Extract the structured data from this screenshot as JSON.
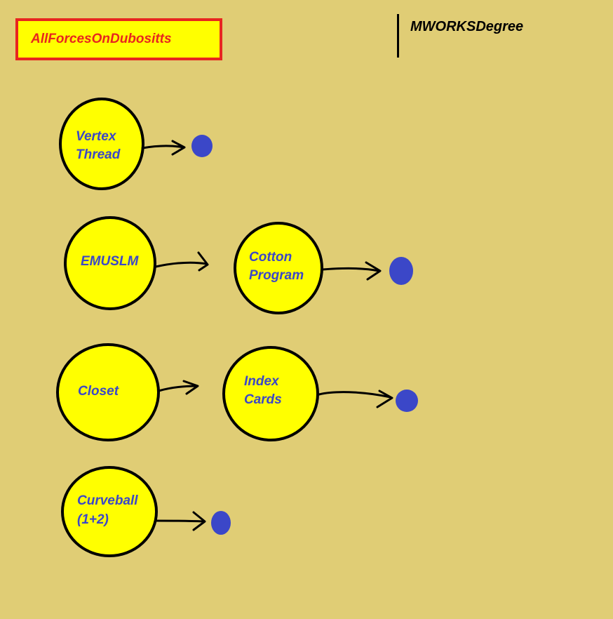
{
  "title": "AllForcesOnDubositts",
  "side_label": "MWORKSDegree",
  "colors": {
    "background": "#e0cd75",
    "node_fill": "#ffff00",
    "node_text": "#3b47c8",
    "endpoint": "#3b47c8",
    "title_border": "#e8251f"
  },
  "nodes": {
    "vertex": [
      "Vertex",
      "Thread"
    ],
    "emuslm": [
      "EMUSLM"
    ],
    "cotton": [
      "Cotton",
      "Program"
    ],
    "closet": [
      "Closet"
    ],
    "index": [
      "Index",
      "Cards"
    ],
    "curveball": [
      "Curveball",
      "(1+2)"
    ]
  }
}
